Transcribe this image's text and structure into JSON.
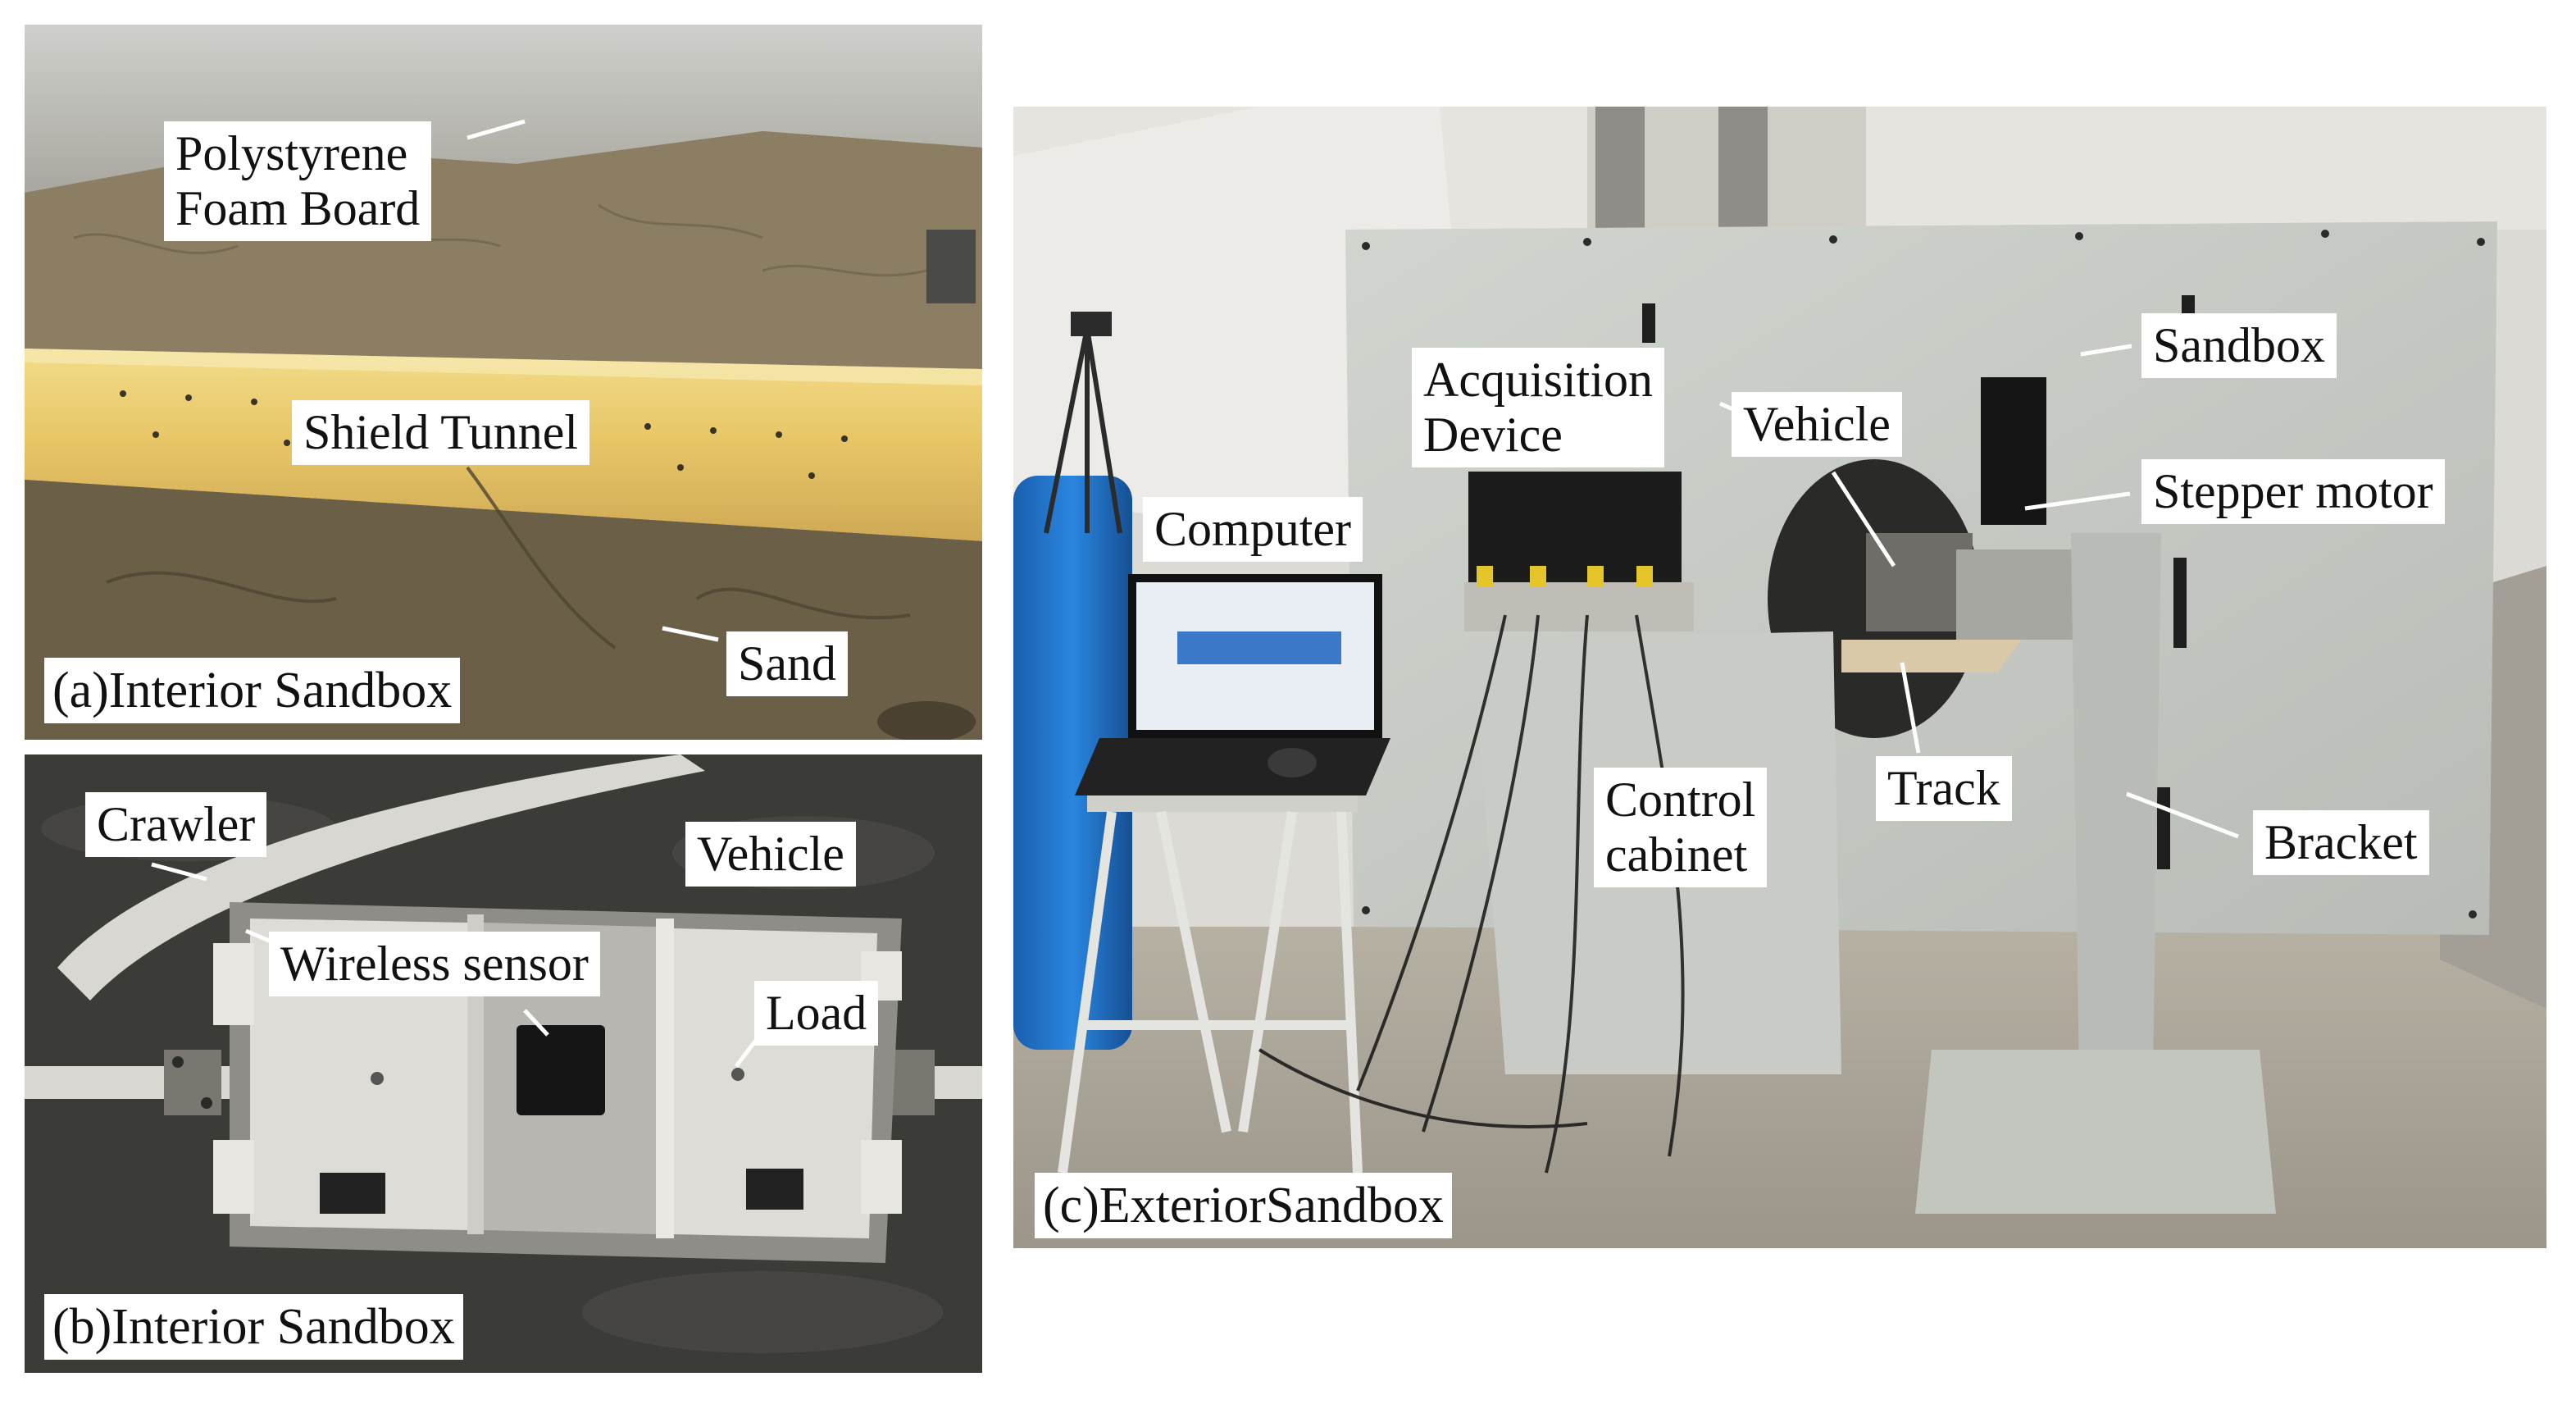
{
  "panels": {
    "a": {
      "caption": "(a)Interior Sandbox",
      "labels": {
        "polystyrene_line1": "Polystyrene",
        "polystyrene_line2": "Foam Board",
        "shield_tunnel": "Shield Tunnel",
        "sand": "Sand"
      }
    },
    "b": {
      "caption": "(b)Interior Sandbox",
      "labels": {
        "crawler": "Crawler",
        "vehicle": "Vehicle",
        "wireless_sensor": "Wireless sensor",
        "load": "Load"
      }
    },
    "c": {
      "caption": "(c)ExteriorSandbox",
      "labels": {
        "acquisition_line1": "Acquisition",
        "acquisition_line2": "Device",
        "vehicle": "Vehicle",
        "sandbox": "Sandbox",
        "stepper_motor": "Stepper motor",
        "computer": "Computer",
        "control_line1": "Control",
        "control_line2": "cabinet",
        "track": "Track",
        "bracket": "Bracket"
      }
    }
  },
  "colors": {
    "label_bg": "#ffffff",
    "label_text": "#111111",
    "sand": "#8a7a5c",
    "tunnel": "#e6c46a",
    "steel": "#9c9c96",
    "cabinet": "#c9ccc6",
    "barrel": "#1f6fc4"
  }
}
